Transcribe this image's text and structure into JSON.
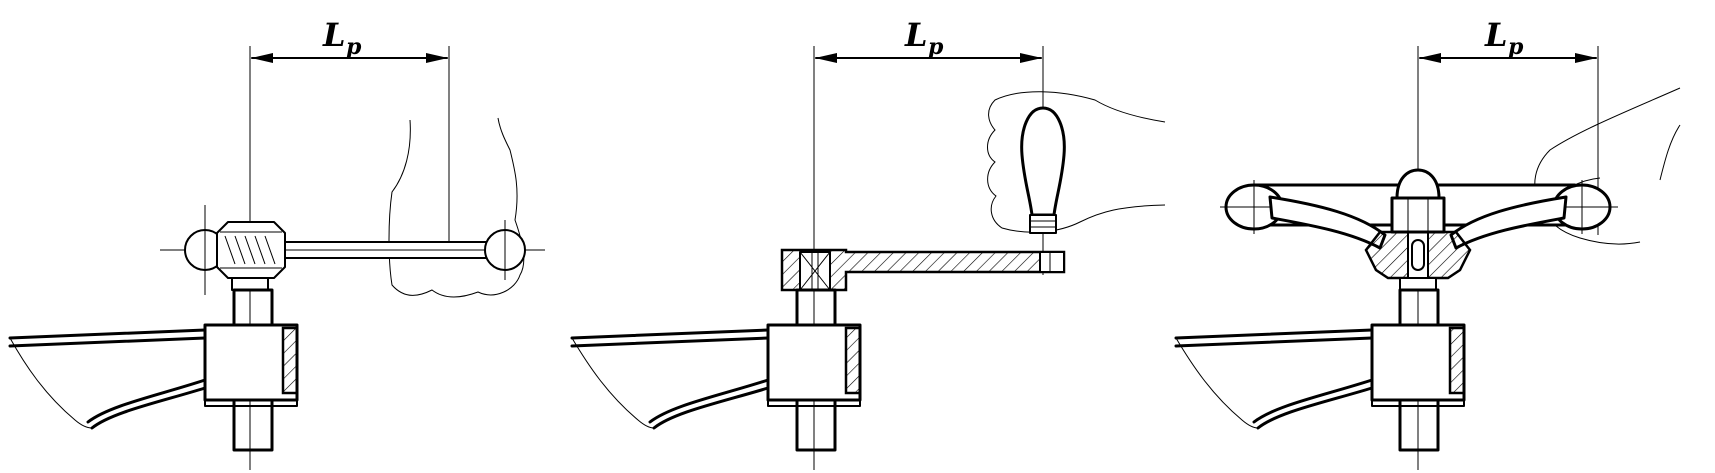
{
  "figure": {
    "panels": [
      {
        "id": "ball-handle-lever",
        "dimension_label": "L",
        "dimension_subscript": "p"
      },
      {
        "id": "crank-handle",
        "dimension_label": "L",
        "dimension_subscript": "p"
      },
      {
        "id": "handwheel",
        "dimension_label": "L",
        "dimension_subscript": "p"
      }
    ],
    "colors": {
      "line": "#000000",
      "background": "#ffffff"
    }
  }
}
